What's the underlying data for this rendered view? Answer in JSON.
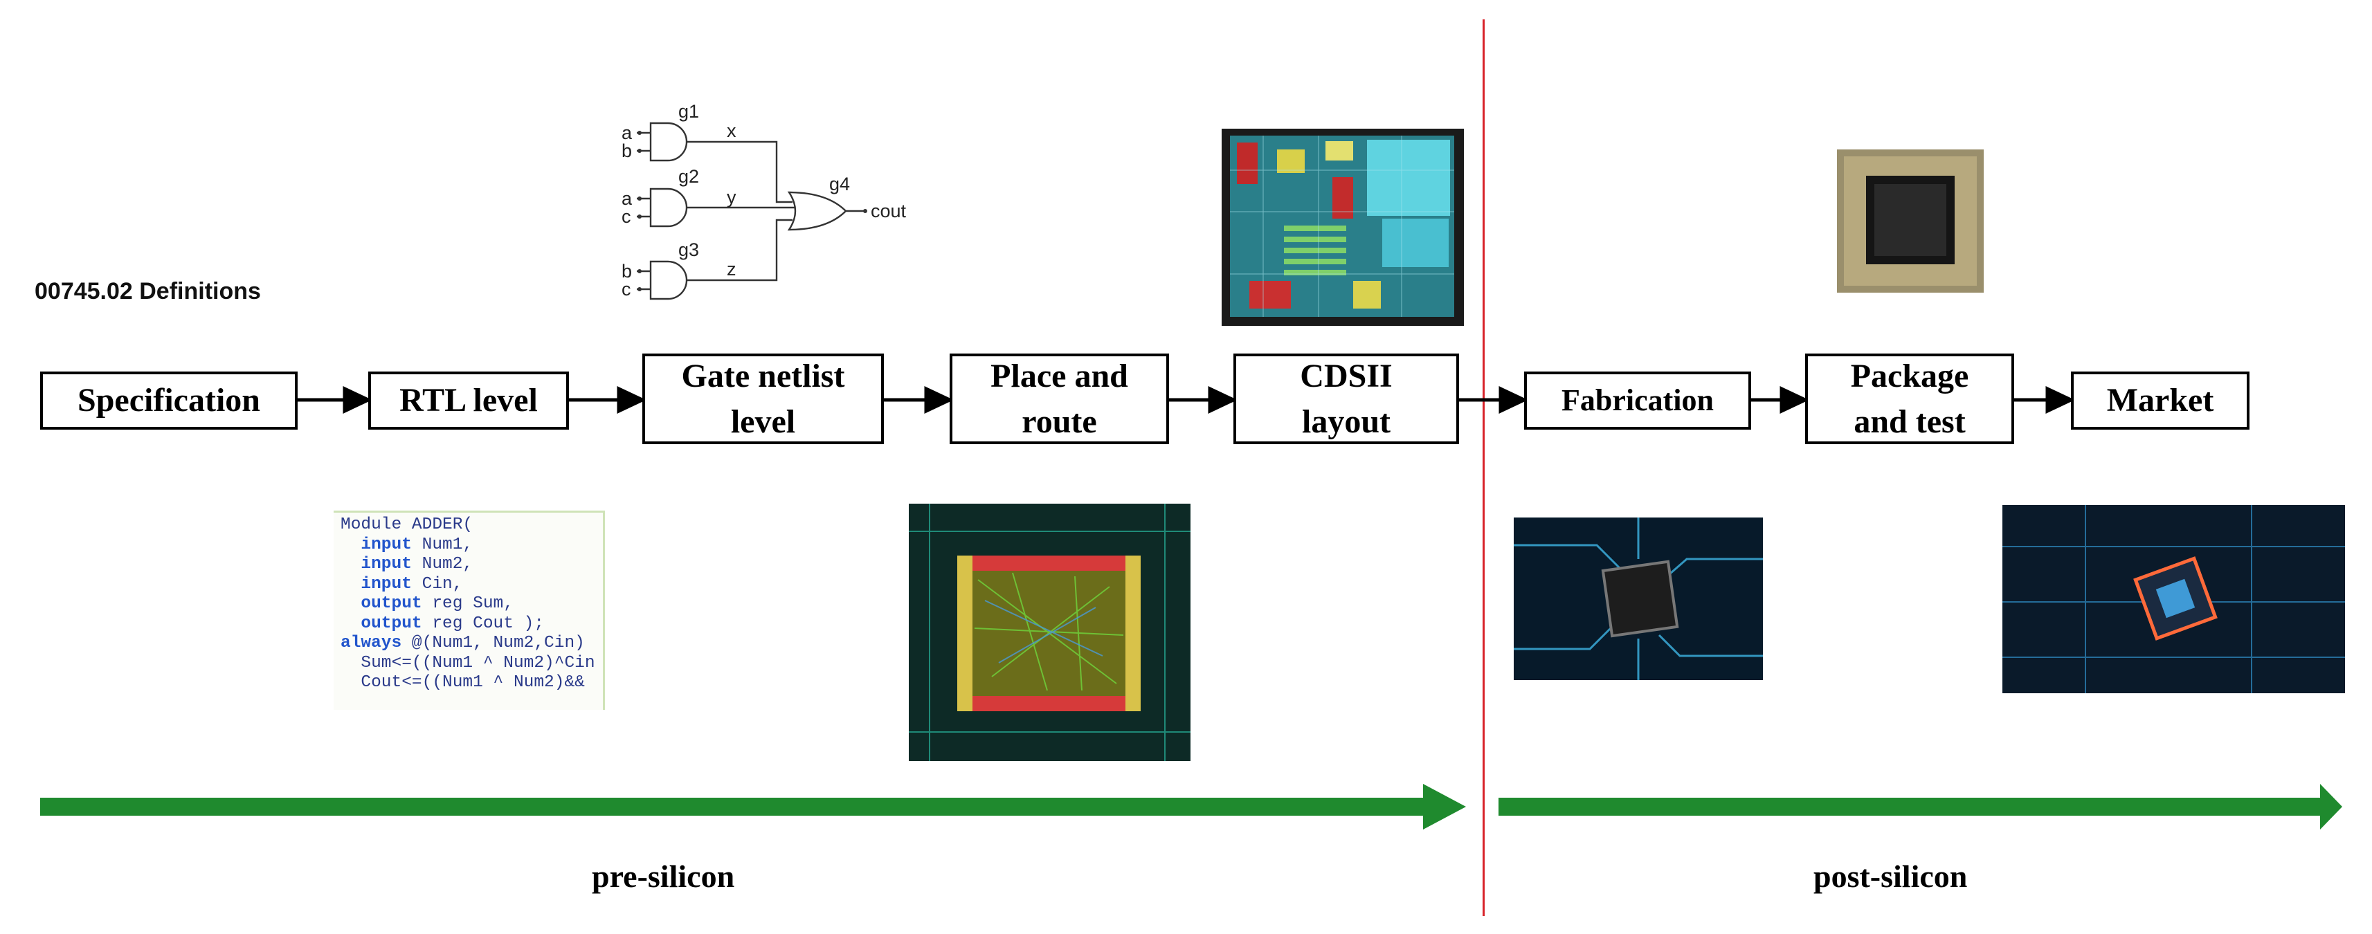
{
  "doc_label": "00745.02  Definitions",
  "flow_steps": [
    {
      "id": "spec",
      "label": "Specification"
    },
    {
      "id": "rtl",
      "label": "RTL level"
    },
    {
      "id": "gate",
      "label": "Gate netlist\nlevel"
    },
    {
      "id": "pnr",
      "label": "Place and\nroute"
    },
    {
      "id": "gds",
      "label": "CDSII\nlayout"
    },
    {
      "id": "fab",
      "label": "Fabrication"
    },
    {
      "id": "pkg",
      "label": "Package\nand test"
    },
    {
      "id": "mkt",
      "label": "Market"
    }
  ],
  "phases": {
    "pre": "pre-silicon",
    "post": "post-silicon"
  },
  "gate_schematic": {
    "gates": [
      "g1",
      "g2",
      "g3",
      "g4"
    ],
    "inputs": [
      "a",
      "b",
      "a",
      "c",
      "b",
      "c"
    ],
    "wires": [
      "x",
      "y",
      "z"
    ],
    "output": "cout"
  },
  "rtl_code": [
    {
      "kw": "",
      "text": "Module ADDER("
    },
    {
      "kw": "  input",
      "text": " Num1,"
    },
    {
      "kw": "  input",
      "text": " Num2,"
    },
    {
      "kw": "  input",
      "text": " Cin,"
    },
    {
      "kw": "  output",
      "text": " reg Sum,"
    },
    {
      "kw": "  output",
      "text": " reg Cout );"
    },
    {
      "kw": "always",
      "text": " @(Num1, Num2,Cin)"
    },
    {
      "kw": "",
      "text": "  Sum<=((Num1 ^ Num2)^Cin"
    },
    {
      "kw": "",
      "text": "  Cout<=((Num1 ^ Num2)&&"
    }
  ],
  "colors": {
    "flow_arrow": "#1f8a2e",
    "divider": "#d8232a",
    "box_border": "#000000"
  }
}
